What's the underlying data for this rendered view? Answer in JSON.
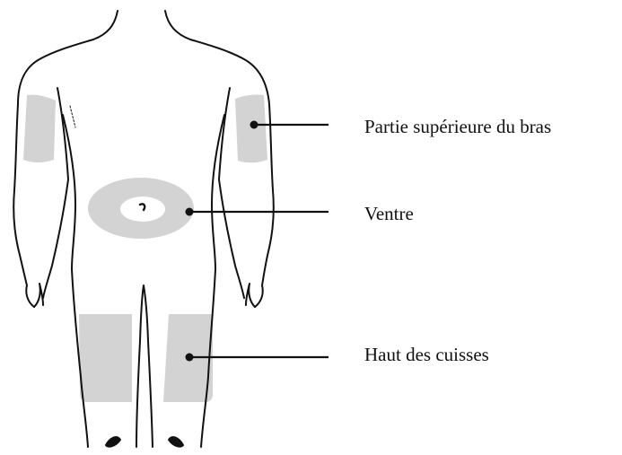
{
  "diagram": {
    "labels": {
      "upper_arm": "Partie supérieure du bras",
      "belly": "Ventre",
      "thighs": "Haut des cuisses"
    },
    "colors": {
      "outline": "#111111",
      "zone": "#d3d3d3",
      "leader": "#111111",
      "background": "#ffffff"
    }
  }
}
